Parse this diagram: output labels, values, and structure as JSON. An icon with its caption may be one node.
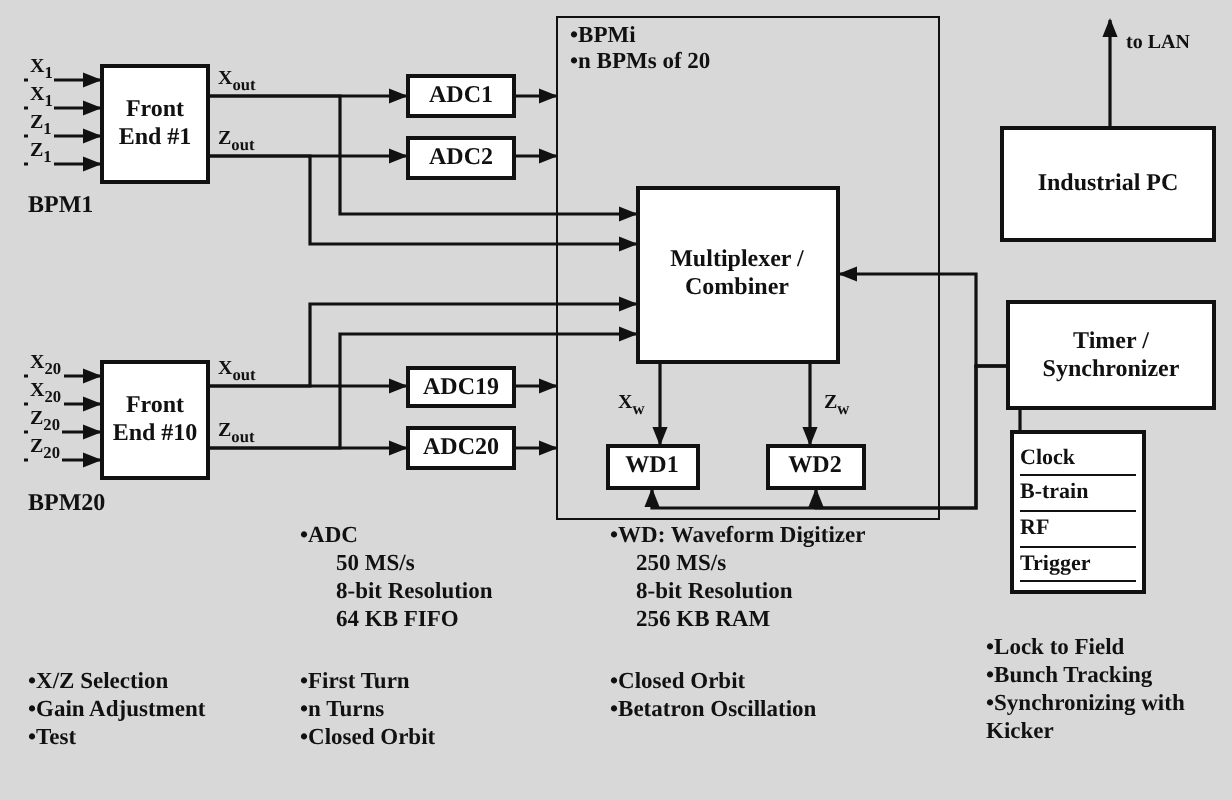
{
  "diagram": {
    "nodes": [
      {
        "text": [
          "Front End #1"
        ],
        "beside": [
          "BPM1"
        ]
      },
      {
        "text": [
          "ADC1"
        ]
      },
      {
        "text": [
          "ADC2"
        ]
      },
      {
        "text": [
          "•BPMi",
          "•n BPMs of 20"
        ]
      },
      {
        "text": [
          "Multiplexer / Combiner"
        ],
        "in": 3
      },
      {
        "text": [
          "Industrial PC"
        ]
      },
      {
        "text": [
          "Front End #10"
        ],
        "beside": [
          "BPM20"
        ]
      },
      {
        "text": [
          "ADC19"
        ]
      },
      {
        "text": [
          "ADC20"
        ]
      },
      {
        "text": [
          "WD1"
        ],
        "in": 3
      },
      {
        "text": [
          "WD2"
        ],
        "in": 3
      },
      {
        "text": [
          "Timer / Synchronizer"
        ]
      },
      {
        "text": [
          "Clock",
          "B-train",
          "RF",
          "Trigger"
        ]
      }
    ],
    "edges": [
      {
        "from": null,
        "to": 0,
        "arrow": "to",
        "label": "X$_{1}$"
      },
      {
        "from": null,
        "to": 0,
        "arrow": "to",
        "label": "X$_{1}$"
      },
      {
        "from": null,
        "to": 0,
        "arrow": "to",
        "label": "Z$_{1}$"
      },
      {
        "from": null,
        "to": 0,
        "arrow": "to",
        "label": "Z$_{1}$"
      },
      {
        "from": 0,
        "to": 1,
        "arrow": "to",
        "label": "X$_{out}$"
      },
      {
        "from": 0,
        "to": 2,
        "arrow": "to",
        "label": "Z$_{out}$"
      },
      {
        "from": 0,
        "to": 4,
        "arrow": "to"
      },
      {
        "from": 0,
        "to": 4,
        "arrow": "to"
      },
      {
        "from": null,
        "to": 6,
        "arrow": "to",
        "label": "X$_{20}$"
      },
      {
        "from": null,
        "to": 6,
        "arrow": "to",
        "label": "X$_{20}$"
      },
      {
        "from": null,
        "to": 6,
        "arrow": "to",
        "label": "Z$_{20}$"
      },
      {
        "from": null,
        "to": 6,
        "arrow": "to",
        "label": "Z$_{20}$"
      },
      {
        "from": 6,
        "to": 7,
        "arrow": "to",
        "label": "X$_{out}$"
      },
      {
        "from": 6,
        "to": 8,
        "arrow": "to",
        "label": "Z$_{out}$"
      },
      {
        "from": 6,
        "to": 4,
        "arrow": "to"
      },
      {
        "from": 6,
        "to": 4,
        "arrow": "to"
      },
      {
        "from": 1,
        "to": 3,
        "arrow": "to"
      },
      {
        "from": 2,
        "to": 3,
        "arrow": "to"
      },
      {
        "from": 7,
        "to": 3,
        "arrow": "to"
      },
      {
        "from": 8,
        "to": 3,
        "arrow": "to"
      },
      {
        "from": 4,
        "to": 9,
        "arrow": "to",
        "label": "X$_{w}$"
      },
      {
        "from": 4,
        "to": 10,
        "arrow": "to",
        "label": "Z$_{w}$"
      },
      {
        "from": 11,
        "to": 4,
        "arrow": "to"
      },
      {
        "from": 11,
        "to": 9,
        "arrow": "to"
      },
      {
        "from": 11,
        "to": 10,
        "arrow": "to"
      },
      {
        "from": 11,
        "to": 12,
        "arrow": "none"
      },
      {
        "from": 5,
        "to": null,
        "arrow": "to",
        "label": "to LAN"
      }
    ],
    "labels": [
      "•ADC",
      "50 MS/s",
      "8-bit Resolution",
      "64 KB FIFO",
      "•WD: Waveform Digitizer",
      "250 MS/s",
      "8-bit Resolution",
      "256 KB RAM",
      "•Lock to Field",
      "•Bunch Tracking",
      "•Synchronizing with Kicker",
      "•X/Z Selection",
      "•Gain Adjustment",
      "•Test",
      "•First Turn",
      "•n Turns",
      "•Closed Orbit",
      "•Closed Orbit",
      "•Betatron Oscillation"
    ]
  }
}
